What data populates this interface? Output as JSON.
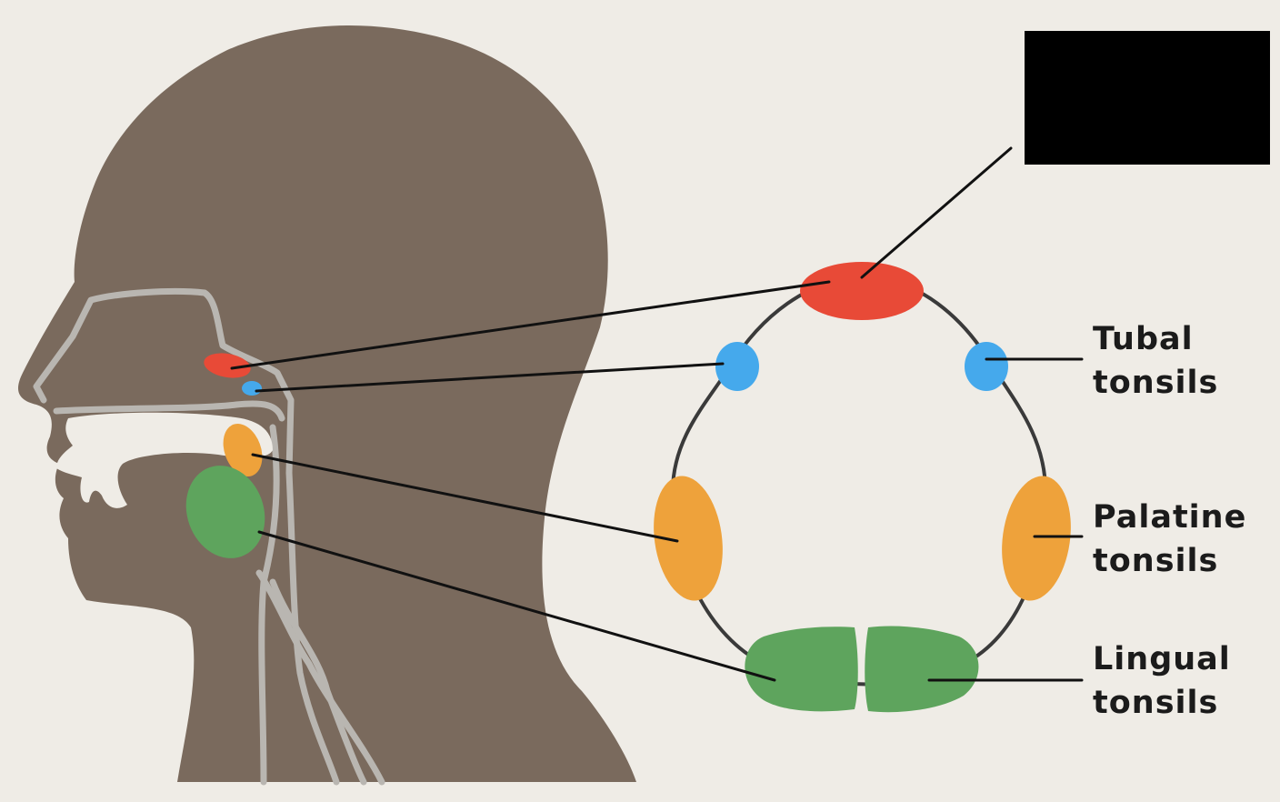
{
  "labels": {
    "tubal": {
      "line1": "Tubal",
      "line2": "tonsils"
    },
    "palatine": {
      "line1": "Palatine",
      "line2": "tonsils"
    },
    "lingual": {
      "line1": "Lingual",
      "line2": "tonsils"
    }
  },
  "colors": {
    "head": "#7a6a5d",
    "airway": "#b9b6b1",
    "pharyngeal": "#e84a37",
    "tubal": "#45a9ec",
    "palatine": "#eea23b",
    "lingual": "#5ea45d",
    "ring": "#3a3a3a",
    "leader": "#111111"
  }
}
